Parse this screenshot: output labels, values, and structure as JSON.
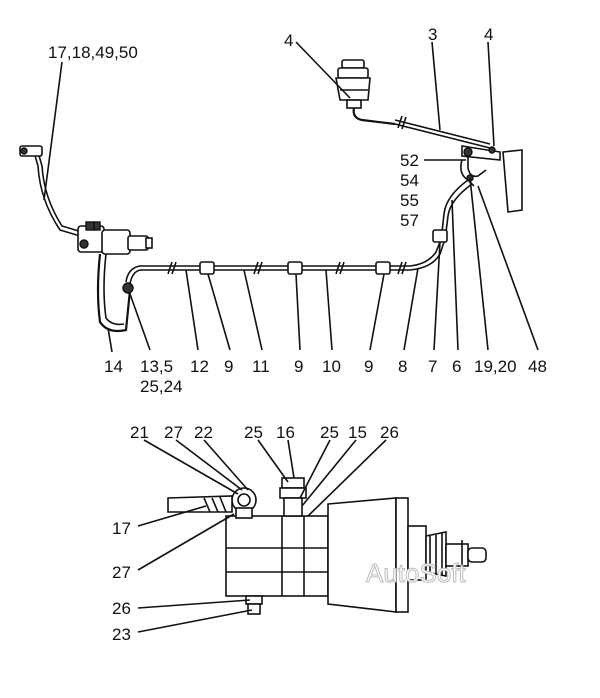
{
  "upper_labels": {
    "l_17_18_49_50": "17,18,49,50",
    "l_4_left": "4",
    "l_3": "3",
    "l_4_right": "4",
    "l_52": "52",
    "l_54": "54",
    "l_55": "55",
    "l_57": "57",
    "l_14": "14",
    "l_13_5": "13,5",
    "l_25_24": "25,24",
    "l_12": "12",
    "l_9a": "9",
    "l_11": "11",
    "l_9b": "9",
    "l_10": "10",
    "l_9c": "9",
    "l_8": "8",
    "l_7": "7",
    "l_6": "6",
    "l_19_20": "19,20",
    "l_48": "48"
  },
  "lower_labels": {
    "l_21": "21",
    "l_27_top": "27",
    "l_22": "22",
    "l_25_a": "25",
    "l_16": "16",
    "l_25_b": "25",
    "l_15": "15",
    "l_26_top": "26",
    "l_17": "17",
    "l_27_left": "27",
    "l_26_left": "26",
    "l_23": "23"
  },
  "watermark": "AutoSoft"
}
